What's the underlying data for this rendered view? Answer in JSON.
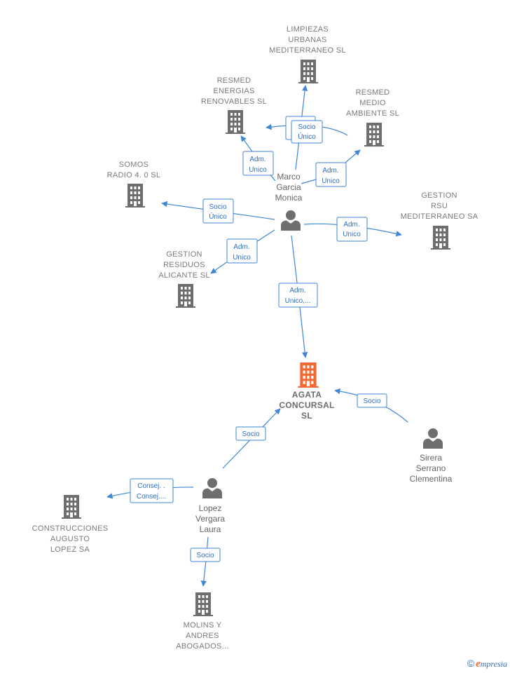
{
  "nodes": {
    "limpiezas": [
      "LIMPIEZAS",
      "URBANAS",
      "MEDITERRANEO SL"
    ],
    "resmed_energias": [
      "RESMED",
      "ENERGIAS",
      "RENOVABLES SL"
    ],
    "resmed_medio": [
      "RESMED",
      "MEDIO",
      "AMBIENTE SL"
    ],
    "somos": [
      "SOMOS",
      "RADIO 4. 0  SL"
    ],
    "gestion_rsu": [
      "GESTION",
      "RSU",
      "MEDITERRANEO SA"
    ],
    "gestion_residuos": [
      "GESTION",
      "RESIDUOS",
      "ALICANTE SL"
    ],
    "agata": [
      "AGATA",
      "CONCURSAL",
      "SL"
    ],
    "construcciones": [
      "CONSTRUCCIONES",
      "AUGUSTO",
      "LOPEZ SA"
    ],
    "molins": [
      "MOLINS Y",
      "ANDRES",
      "ABOGADOS..."
    ]
  },
  "persons": {
    "marco": [
      "Marco",
      "Garcia",
      "Monica"
    ],
    "sirera": [
      "Sirera",
      "Serrano",
      "Clementina"
    ],
    "lopez": [
      "Lopez",
      "Vergara",
      "Laura"
    ]
  },
  "edges": {
    "marco_limpiezas": [
      "Socio",
      "Único"
    ],
    "marco_energias": [
      "Adm.",
      "Unico"
    ],
    "marco_medio": [
      "Adm.",
      "Unico"
    ],
    "marco_somos": [
      "Socio",
      "Único"
    ],
    "marco_rsu": [
      "Adm.",
      "Unico"
    ],
    "marco_residuos": [
      "Adm.",
      "Unico"
    ],
    "marco_agata": [
      "Adm.",
      "Unico,..."
    ],
    "sirera_agata": [
      "Socio"
    ],
    "lopez_agata": [
      "Socio"
    ],
    "lopez_construcciones": [
      "Consej. .",
      "Consej...."
    ],
    "lopez_molins": [
      "Socio"
    ]
  },
  "footer": {
    "copyright": "©",
    "brand_initial": "e",
    "brand_rest": "mpresia"
  }
}
